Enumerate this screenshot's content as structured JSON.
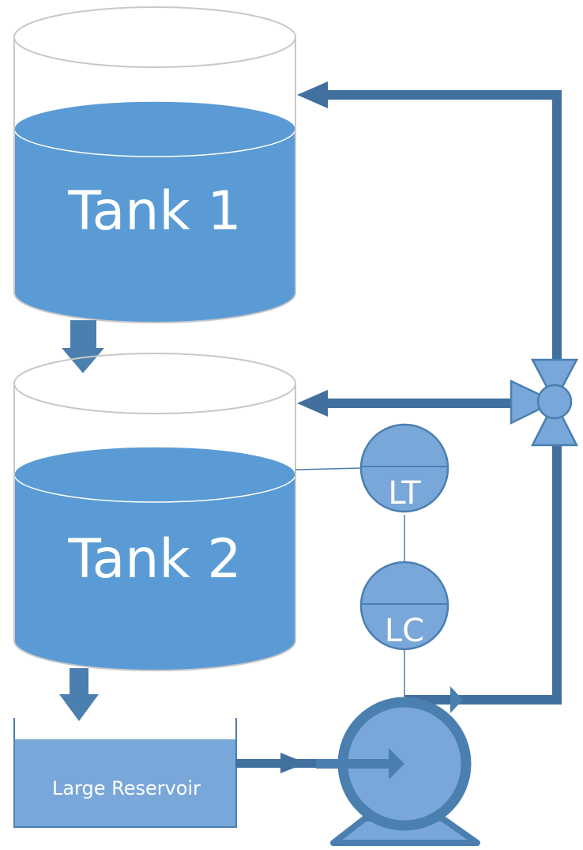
{
  "tank1": {
    "label": "Tank 1"
  },
  "tank2": {
    "label": "Tank 2"
  },
  "reservoir": {
    "label": "Large Reservoir"
  },
  "level_transmitter": {
    "label": "LT"
  },
  "level_controller": {
    "label": "LC"
  },
  "colors": {
    "water": "#5b9bd5",
    "pipe": "#41709e",
    "instrument": "#7aa7da",
    "outline": "#4a7fb0"
  }
}
